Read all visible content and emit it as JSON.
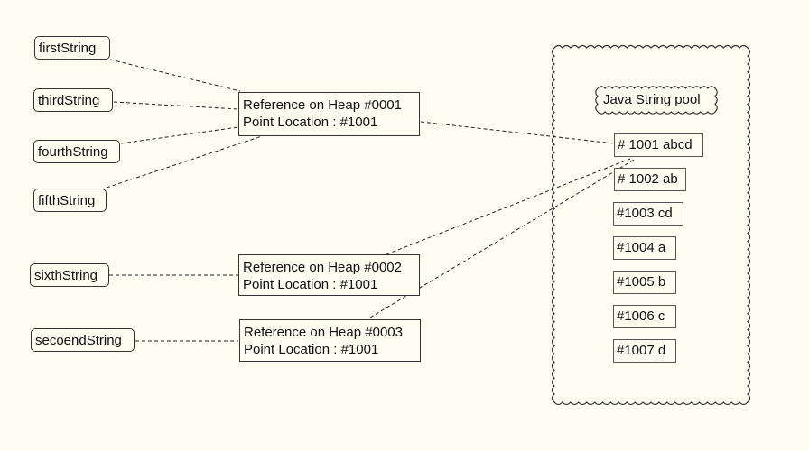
{
  "variables": {
    "first": "firstString",
    "third": "thirdString",
    "fourth": "fourthString",
    "fifth": "fifthString",
    "sixth": "sixthString",
    "second": "secoendString"
  },
  "references": [
    {
      "heap": "Reference on Heap #0001",
      "location": "Point Location : #1001"
    },
    {
      "heap": "Reference on Heap #0002",
      "location": "Point Location : #1001"
    },
    {
      "heap": "Reference on Heap #0003",
      "location": "Point Location : #1001"
    }
  ],
  "pool": {
    "title": "Java String pool",
    "entries": [
      "# 1001 abcd",
      "# 1002 ab",
      "#1003 cd",
      "#1004 a",
      "#1005 b",
      "#1006 c",
      "#1007 d"
    ]
  }
}
